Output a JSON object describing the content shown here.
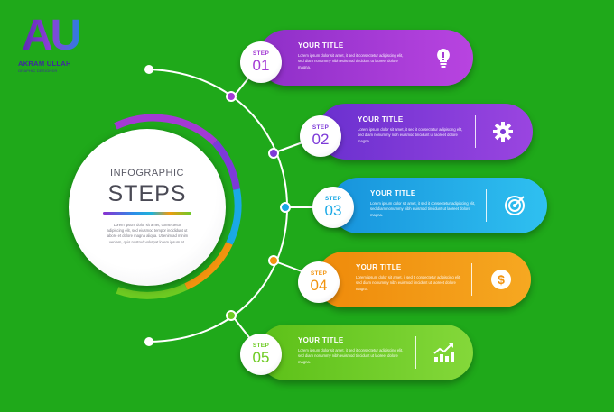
{
  "logo": {
    "mark": "AU",
    "name": "AKRAM ULLAH",
    "tagline": "GRAPHIC DESIGNER"
  },
  "center": {
    "kicker": "INFOGRAPHIC",
    "title": "STEPS",
    "body": "Lorem ipsum dolor sit amet, consectetur adipiscing elit, sed eiusmod tempor incididunt ut labore et dolore magna aliqua. Ut enim ad minim veniam, quis nostrud volutpat lorem ipsum et."
  },
  "colors": {
    "background": "#1fa91a",
    "step1": "#a33ad4",
    "step2": "#7d3ad8",
    "step3": "#1aa9e6",
    "step4": "#f2940f",
    "step5": "#6ecb22"
  },
  "steps": [
    {
      "label": "STEP",
      "number": "01",
      "title": "YOUR TITLE",
      "body": "Lorem ipsum dolor sit amet, it sed it consectetur adipiscing elit, sed diam nonummy nibh euismod tincidunt ut laoreet dolore magna.",
      "icon": "lightbulb-icon"
    },
    {
      "label": "STEP",
      "number": "02",
      "title": "YOUR TITLE",
      "body": "Lorem ipsum dolor sit amet, it sed it consectetur adipiscing elit, sed diam nonummy nibh euismod tincidunt ut laoreet dolore magna.",
      "icon": "gear-icon"
    },
    {
      "label": "STEP",
      "number": "03",
      "title": "YOUR TITLE",
      "body": "Lorem ipsum dolor sit amet, it sed it consectetur adipiscing elit, sed diam nonummy nibh euismod tincidunt ut laoreet dolore magna.",
      "icon": "target-icon"
    },
    {
      "label": "STEP",
      "number": "04",
      "title": "YOUR TITLE",
      "body": "Lorem ipsum dolor sit amet, it sed it consectetur adipiscing elit, sed diam nonummy nibh euismod tincidunt ut laoreet dolore magna.",
      "icon": "dollar-coin-icon"
    },
    {
      "label": "STEP",
      "number": "05",
      "title": "YOUR TITLE",
      "body": "Lorem ipsum dolor sit amet, it sed it consectetur adipiscing elit, sed diam nonummy nibh euismod tincidunt ut laoreet dolore magna.",
      "icon": "growth-chart-icon"
    }
  ]
}
